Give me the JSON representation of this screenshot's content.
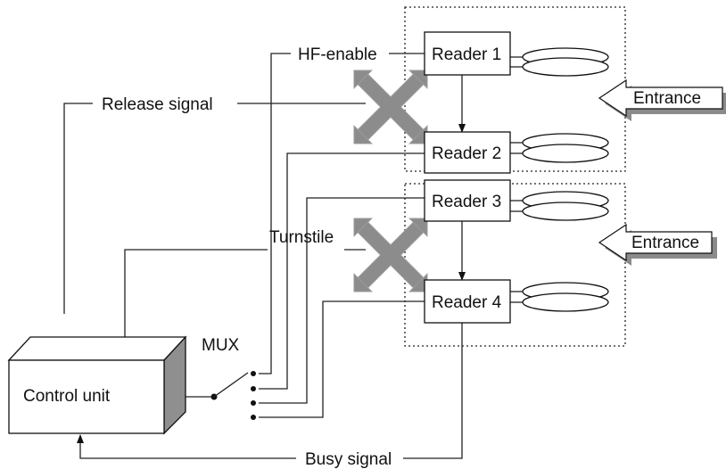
{
  "labels": {
    "hf_enable": "HF-enable",
    "release_signal": "Release signal",
    "turnstile": "Turnstile",
    "mux": "MUX",
    "control_unit": "Control unit",
    "busy_signal": "Busy signal",
    "entrance_top": "Entrance",
    "entrance_bottom": "Entrance"
  },
  "readers": [
    "Reader 1",
    "Reader 2",
    "Reader 3",
    "Reader 4"
  ],
  "colors": {
    "turnstile_gray": "#8c8c8c",
    "line": "#222222"
  }
}
